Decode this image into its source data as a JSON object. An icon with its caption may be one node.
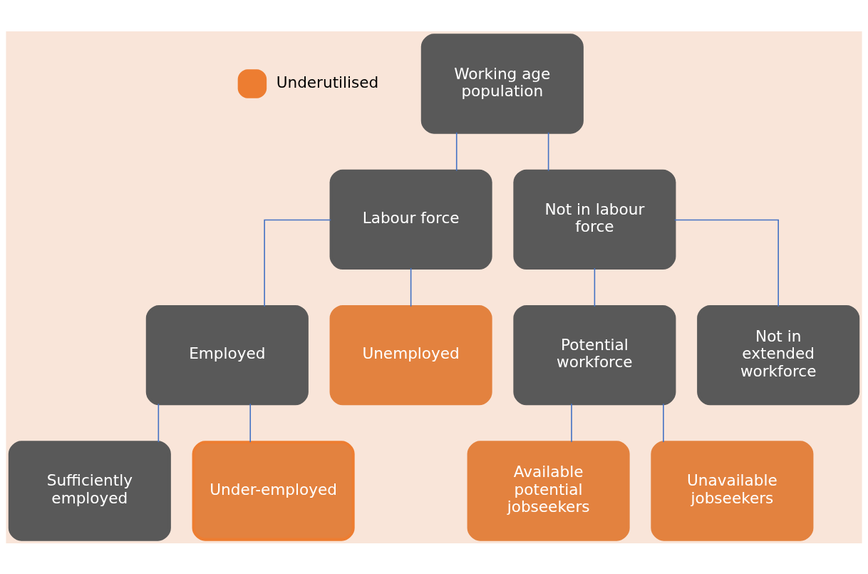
{
  "diagram": {
    "nodes": [
      {
        "text": [
          "Working age population"
        ]
      },
      {
        "text": [
          "Labour force"
        ]
      },
      {
        "text": [
          "Not in labour force"
        ]
      },
      {
        "text": [
          "Employed"
        ]
      },
      {
        "text": [
          "Unemployed"
        ]
      },
      {
        "text": [
          "Potential workforce"
        ]
      },
      {
        "text": [
          "Not in extended workforce"
        ]
      },
      {
        "text": [
          "Sufficiently employed"
        ]
      },
      {
        "text": [
          "Under-employed"
        ]
      },
      {
        "text": [
          "Available potential jobseekers"
        ]
      },
      {
        "text": [
          "Unavailable jobseekers"
        ]
      }
    ],
    "edges": [
      {
        "from": 0,
        "to": 1,
        "arrow": "none"
      },
      {
        "from": 0,
        "to": 2,
        "arrow": "none"
      },
      {
        "from": 1,
        "to": 3,
        "arrow": "none"
      },
      {
        "from": 1,
        "to": 4,
        "arrow": "none"
      },
      {
        "from": 2,
        "to": 5,
        "arrow": "none"
      },
      {
        "from": 2,
        "to": 6,
        "arrow": "none"
      },
      {
        "from": 3,
        "to": 7,
        "arrow": "none"
      },
      {
        "from": 3,
        "to": 8,
        "arrow": "none"
      },
      {
        "from": 5,
        "to": 9,
        "arrow": "none"
      },
      {
        "from": 5,
        "to": 10,
        "arrow": "none"
      }
    ],
    "legend": [
      {
        "text": "Underutilised",
        "color": "#ed7d31"
      }
    ]
  }
}
